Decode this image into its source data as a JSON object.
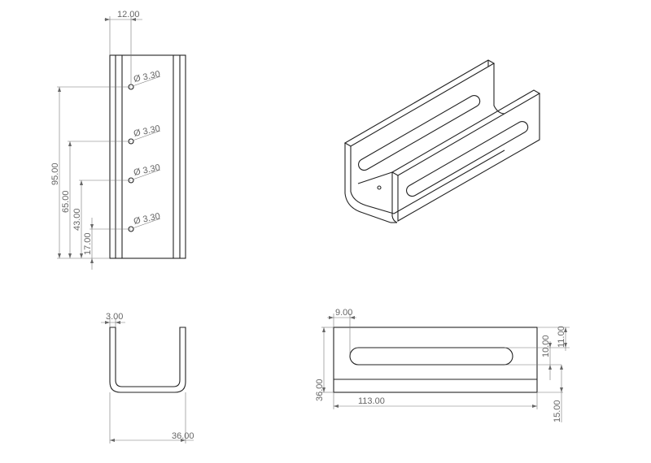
{
  "front_view": {
    "width_dim": "12.00",
    "hole_labels": [
      "Ø 3.30",
      "Ø 3.30",
      "Ø 3.30",
      "Ø 3.30"
    ],
    "height_dims": [
      "95.00",
      "65.00",
      "43.00",
      "17.00"
    ]
  },
  "section_view": {
    "thickness_dim": "3.00",
    "width_dim": "36.00"
  },
  "side_view": {
    "slot_offset_dim": "9.00",
    "height_dim": "36.00",
    "length_dim": "113.00",
    "top_dim": "11.00",
    "slot_width_dim": "10.00",
    "bottom_dim": "15.00"
  }
}
